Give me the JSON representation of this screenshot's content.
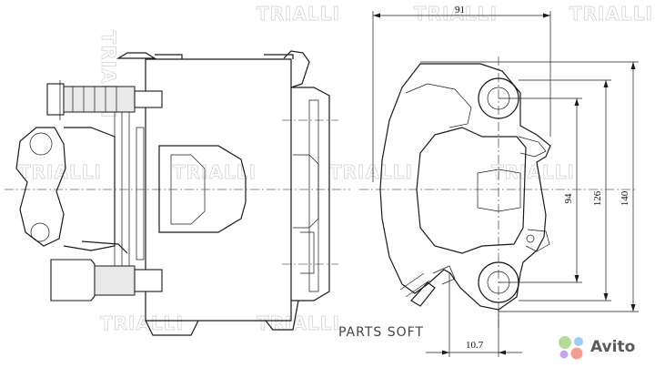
{
  "watermark": {
    "text": "TRIALLI"
  },
  "dimensions": {
    "width": "91",
    "height_inner": "94",
    "height_mid": "126",
    "height_outer": "140",
    "offset": "10.7"
  },
  "overlay": {
    "site": "PARTS SOFT",
    "marketplace": "Avito"
  },
  "colors": {
    "ink": "#1a1a1a",
    "watermark": "#cfcfcf",
    "avito_blue": "#4aa3e8",
    "avito_green": "#76c043",
    "avito_red": "#ef4f3a",
    "avito_purple": "#9b59d0"
  }
}
